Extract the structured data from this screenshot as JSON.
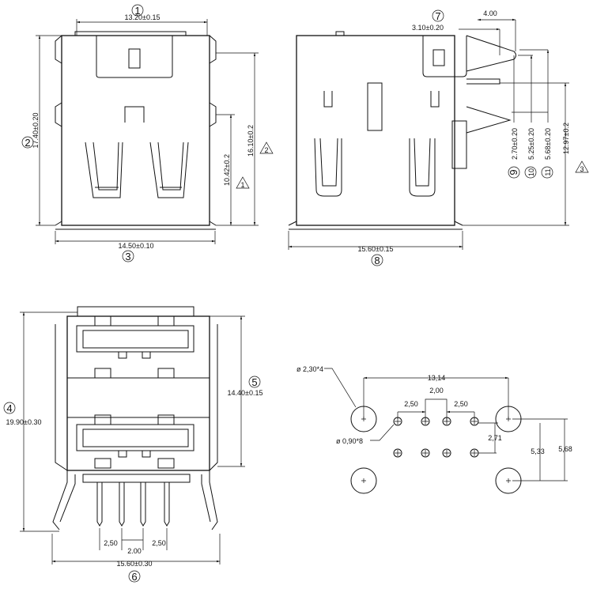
{
  "views": {
    "front": {
      "callouts": [
        "1",
        "2",
        "3"
      ],
      "dims": {
        "width_top": "13.20±0.15",
        "height_left": "17.40±0.20",
        "height_right": "16.10±0.2",
        "height_inner": "10.42±0.2",
        "width_bottom": "14.50±0.10"
      },
      "triangles": [
        "2",
        "1"
      ]
    },
    "side": {
      "callouts": [
        "7",
        "8",
        "9",
        "10",
        "11"
      ],
      "dims": {
        "top_a": "3.10±0.20",
        "top_b": "4.00",
        "width": "15.60±0.15",
        "d9": "2.70±0.20",
        "d10": "5.25±0.20",
        "d11": "5.68±0.20",
        "height": "12.97±0.2"
      },
      "triangles": [
        "3"
      ]
    },
    "bottom": {
      "callouts": [
        "4",
        "5",
        "6"
      ],
      "dims": {
        "height_left": "19.90±0.30",
        "height_right": "14.40±0.15",
        "pitch_a": "2,50",
        "pitch_mid": "2.00",
        "pitch_b": "2,50",
        "width": "15.60±0.30"
      }
    },
    "footprint": {
      "large_hole": "ø 2,30*4",
      "small_hole": "ø 0,90*8",
      "span": "13,14",
      "mid": "2,00",
      "pitch_a": "2,50",
      "pitch_b": "2,50",
      "row": "2,71",
      "v1": "5,33",
      "v2": "5,68"
    }
  }
}
